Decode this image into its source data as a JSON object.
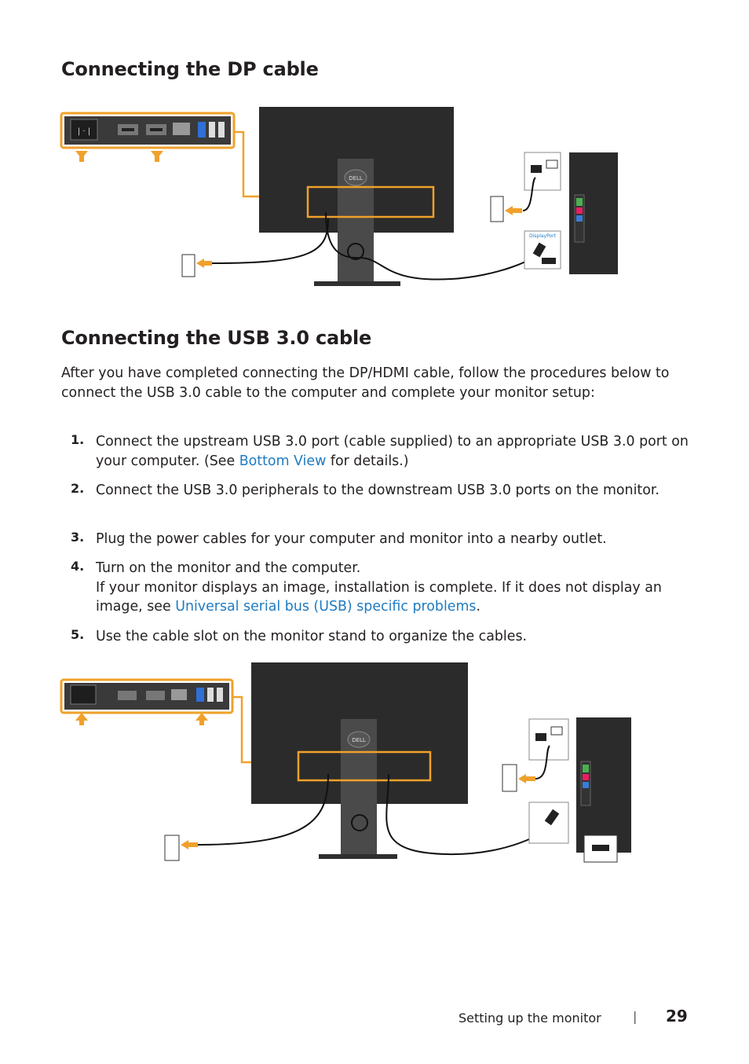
{
  "headings": {
    "dp": "Connecting the DP cable",
    "usb": "Connecting the USB 3.0 cable"
  },
  "intro": "After you have completed connecting the DP/HDMI cable, follow the procedures below to connect the USB 3.0 cable to the computer and complete your monitor setup:",
  "steps": [
    {
      "num": "1.",
      "pre": "Connect the upstream USB 3.0 port (cable supplied) to an appropriate USB 3.0 port on your computer. (See ",
      "link": "Bottom View",
      "post": " for details.)"
    },
    {
      "num": "2.",
      "text": "Connect the USB 3.0 peripherals to the downstream USB 3.0 ports on the monitor."
    },
    {
      "num": "3.",
      "text": "Plug the power cables for your computer and monitor into a nearby outlet."
    },
    {
      "num": "4.",
      "line1": "Turn on the monitor and the computer.",
      "pre": "If your monitor displays an image, installation is complete. If it does not display an image, see ",
      "link": "Universal serial bus (USB) specific problems",
      "post": "."
    },
    {
      "num": "5.",
      "text": "Use the cable slot on the monitor stand to organize the cables."
    }
  ],
  "figure_labels": {
    "displayport": "DisplayPort",
    "dell_logo": "DELL"
  },
  "footer": {
    "section": "Setting up the monitor",
    "separator": "|",
    "page": "29"
  },
  "colors": {
    "accent_orange": "#f0a12b",
    "link_blue": "#1f7bc1",
    "text": "#231f20",
    "monitor_dark": "#2b2b2b"
  }
}
